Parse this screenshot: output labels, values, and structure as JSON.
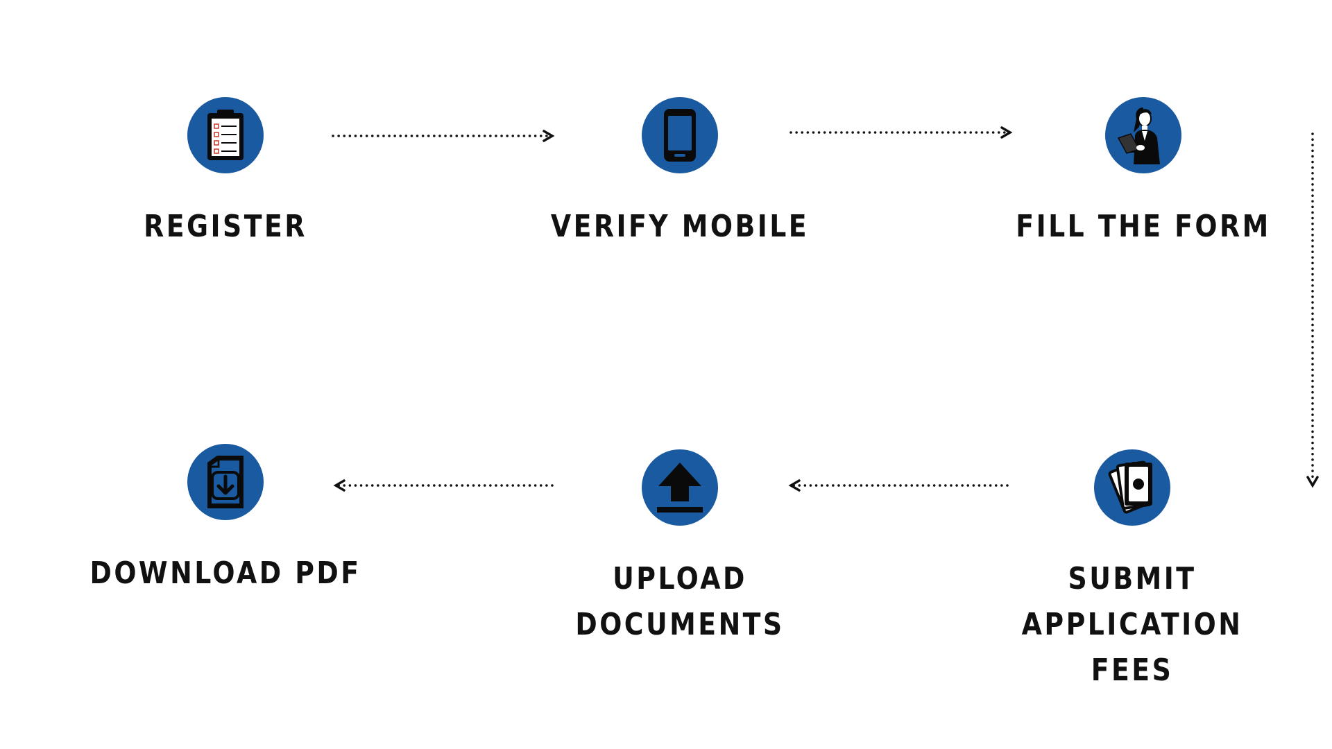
{
  "colors": {
    "circle": "#1a5aa0",
    "icon": "#0a0a0a",
    "text": "#111111",
    "connector": "#111111"
  },
  "steps": [
    {
      "label": "REGISTER",
      "icon": "clipboard-checklist-icon"
    },
    {
      "label": "VERIFY MOBILE",
      "icon": "smartphone-icon"
    },
    {
      "label": "FILL THE FORM",
      "icon": "person-laptop-icon"
    },
    {
      "label": "SUBMIT APPLICATION FEES",
      "icon": "money-bills-icon"
    },
    {
      "label": "UPLOAD DOCUMENTS",
      "icon": "upload-arrow-icon"
    },
    {
      "label": "DOWNLOAD PDF",
      "icon": "file-download-icon"
    }
  ]
}
